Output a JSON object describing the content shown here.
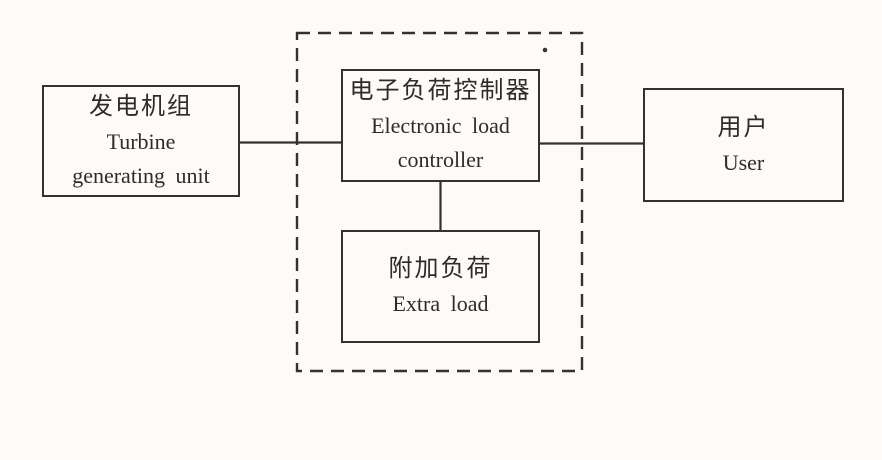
{
  "page": {
    "background_color": "#fcfbf9",
    "line_color": "#35322d",
    "text_color": "#2e2b28"
  },
  "diagram": {
    "type": "block-diagram",
    "boxes": {
      "generator": {
        "zh": "发电机组",
        "en1": "Turbine",
        "en2": "generating unit"
      },
      "controller": {
        "zh": "电子负荷控制器",
        "en1": "Electronic load",
        "en2": "controller"
      },
      "extra_load": {
        "zh": "附加负荷",
        "en1": "Extra load"
      },
      "user": {
        "zh": "用户",
        "en1": "User"
      }
    },
    "connections": [
      {
        "from": "generator",
        "to": "controller",
        "style": "solid"
      },
      {
        "from": "controller",
        "to": "user",
        "style": "solid"
      },
      {
        "from": "controller",
        "to": "extra_load",
        "style": "solid"
      }
    ],
    "dashed_group_contains": [
      "controller",
      "extra_load"
    ]
  }
}
